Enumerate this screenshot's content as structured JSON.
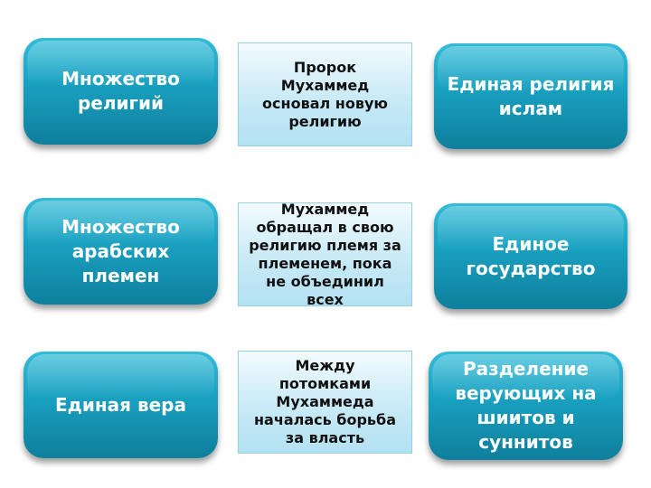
{
  "rows": [
    {
      "left": "Множество\nрелигий",
      "middle": "Пророк\nМухаммед\nосновал новую\nрелигию",
      "right": "Единая религия\nислам"
    },
    {
      "left": "Множество\nарабских\nплемен",
      "middle": "Мухаммед\nобращал в свою\nрелигию племя за\nплеменем, пока\nне объединил\nвсех",
      "right": "Единое\nгосударство"
    },
    {
      "left": "Единая вера",
      "middle": "Между\nпотомками\nМухаммеда\nначалась борьба\nза власть",
      "right": "Разделение\nверующих на\nшиитов и\nсуннитов"
    }
  ]
}
